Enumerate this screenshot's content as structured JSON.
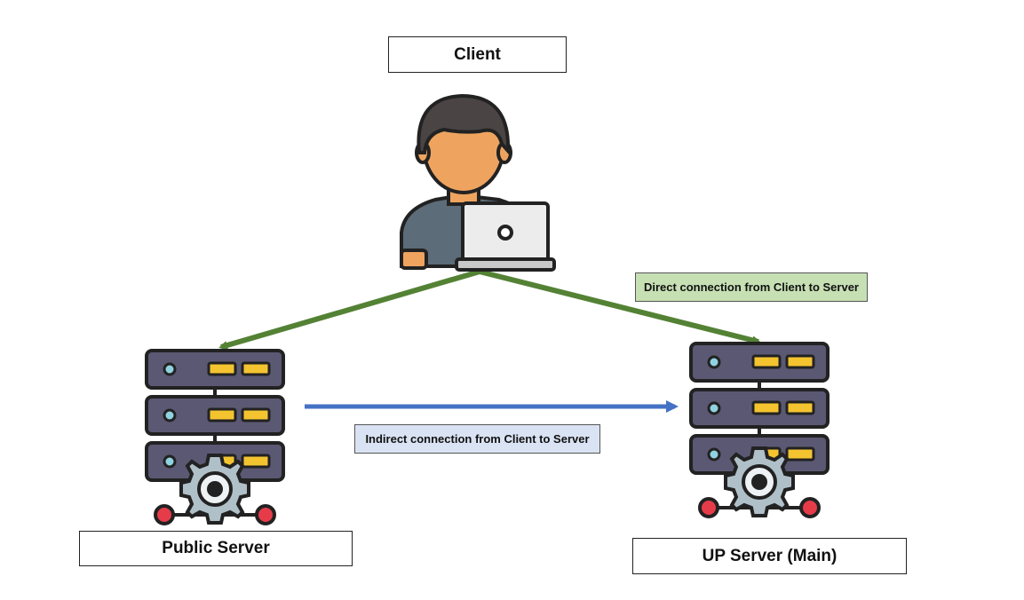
{
  "nodes": {
    "client": {
      "label": "Client"
    },
    "public_server": {
      "label": "Public Server"
    },
    "up_server": {
      "label": "UP Server (Main)"
    }
  },
  "edges": {
    "direct": {
      "label": "Direct connection from Client to Server",
      "color": "#548235"
    },
    "indirect": {
      "label": "Indirect connection from Client to Server",
      "color": "#4472c4"
    }
  },
  "colors": {
    "direct_note_bg": "#c6e0b4",
    "indirect_note_bg": "#dae3f3",
    "server_body": "#5b5873",
    "server_light": "#f4c430",
    "led_red": "#e63c4a",
    "gear": "#b0c0c8"
  },
  "icons": [
    "person-with-laptop-icon",
    "server-rack-icon",
    "gear-icon"
  ]
}
